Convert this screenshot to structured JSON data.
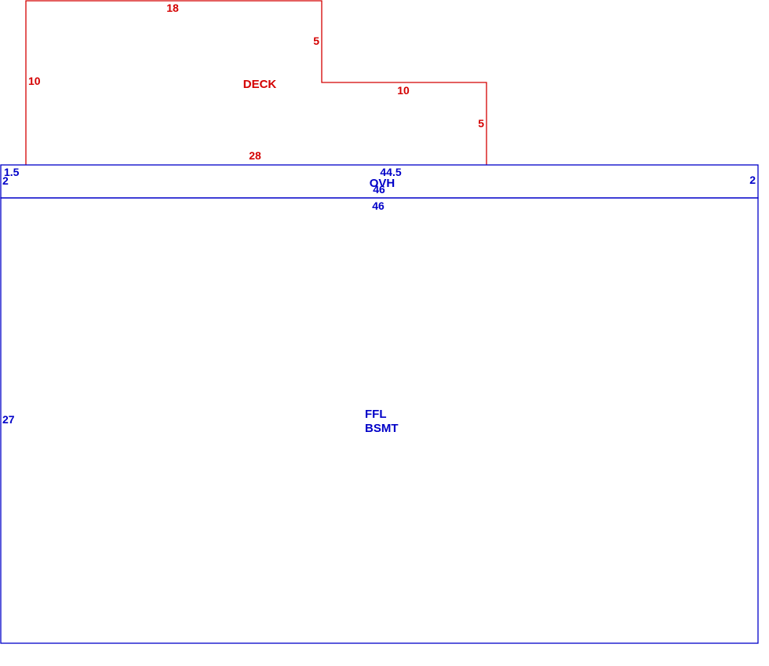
{
  "colors": {
    "deck": "#d40000",
    "house": "#0000c8",
    "background": "#ffffff"
  },
  "deck": {
    "name": "DECK",
    "dims": {
      "top": "18",
      "left": "10",
      "step_vertical": "5",
      "step_horizontal": "10",
      "right": "5",
      "bottom": "28"
    }
  },
  "overhang": {
    "name": "OVH",
    "dims": {
      "top_left": "1.5",
      "left": "2",
      "top": "44.5",
      "bottom": "46",
      "right": "2"
    }
  },
  "basement": {
    "name_line1": "FFL",
    "name_line2": "BSMT",
    "dims": {
      "top": "46",
      "left": "27"
    }
  }
}
